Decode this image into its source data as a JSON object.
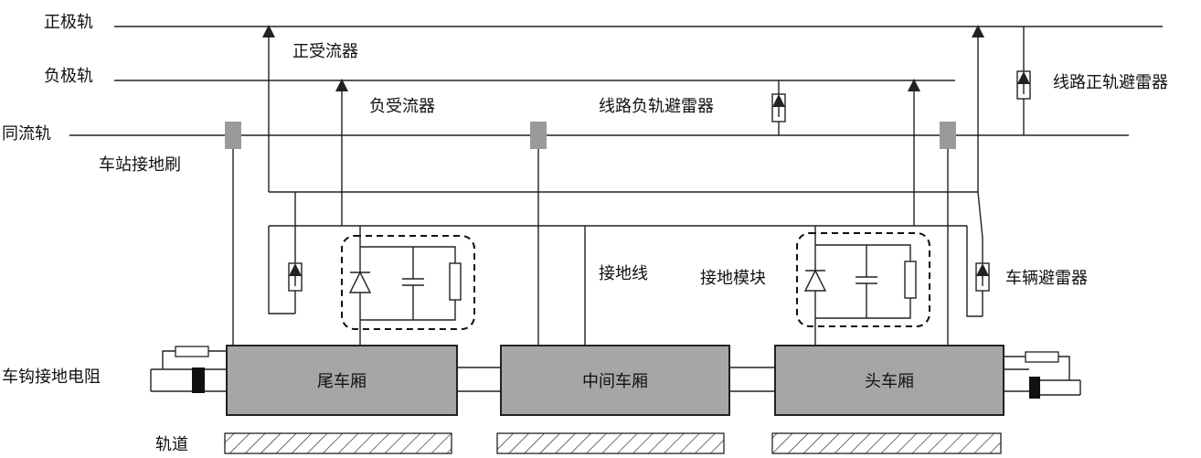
{
  "labels": {
    "positive_rail": "正极轨",
    "negative_rail": "负极轨",
    "return_rail": "同流轨",
    "positive_collector": "正受流器",
    "negative_collector": "负受流器",
    "line_negative_arrester": "线路负轨避雷器",
    "line_positive_arrester": "线路正轨避雷器",
    "station_ground_brush": "车站接地刷",
    "ground_wire": "接地线",
    "ground_module": "接地模块",
    "vehicle_arrester": "车辆避雷器",
    "coupler_ground_resistor": "车钩接地电阻",
    "track": "轨道"
  },
  "cars": {
    "tail": "尾车厢",
    "middle": "中间车厢",
    "head": "头车厢"
  },
  "colors": {
    "line": "#222222",
    "car_fill": "#a6a6a6",
    "brush_fill": "#9a9a9a",
    "background": "#ffffff"
  }
}
